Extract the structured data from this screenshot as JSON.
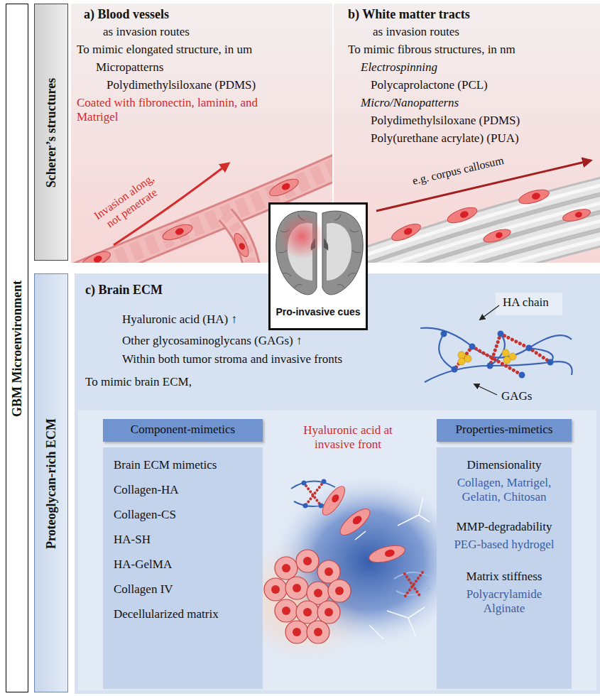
{
  "diagram": {
    "nodes": [
      {
        "text": [
          "GBM Microenvironment"
        ]
      },
      {
        "text": [
          "Scherer’s structures"
        ]
      },
      {
        "text": [
          "a) Blood vessels",
          "as invasion routes",
          "To mimic elongated structure, in um",
          "Micropatterns",
          "Polydimethylsiloxane (PDMS)",
          "Coated with fibronectin, laminin, and Matrigel",
          "Invasion along, not penetrate"
        ]
      },
      {
        "text": [
          "b) White matter tracts",
          "as invasion routes",
          "To mimic fibrous structures, in nm",
          "Electrospinning",
          "Polycaprolactone (PCL)",
          "Micro/Nanopatterns",
          "Polydimethylsiloxane (PDMS)",
          "Poly(urethane acrylate) (PUA)",
          "e.g. corpus callosum"
        ]
      },
      {
        "text": [
          "Proteoglycan-rich ECM"
        ]
      },
      {
        "text": [
          "c) Brain ECM",
          "Hyaluronic acid (HA) ↑",
          "Other glycosaminoglycans (GAGs) ↑",
          "Within both tumor stroma and invasive fronts",
          "To mimic brain ECM,",
          "HA chain",
          "GAGs",
          "Hyaluronic acid at invasive front"
        ]
      },
      {
        "text": [
          "Component-mimetics"
        ],
        "in": 5
      },
      {
        "text": [
          "Brain ECM mimetics",
          "Collagen-HA",
          "Collagen-CS",
          "HA-SH",
          "HA-GelMA",
          "Collagen IV",
          "Decellularized matrix"
        ],
        "in": 5
      },
      {
        "text": [
          "Properties-mimetics"
        ],
        "in": 5
      },
      {
        "text": [
          "Dimensionality",
          "Collagen, Matrigel, Gelatin, Chitosan",
          "MMP-degradability",
          "PEG-based hydrogel",
          "Matrix stiffness",
          "Polyacrylamide Alginate"
        ],
        "in": 5
      },
      {
        "text": [
          "Pro-invasive cues"
        ]
      }
    ]
  }
}
